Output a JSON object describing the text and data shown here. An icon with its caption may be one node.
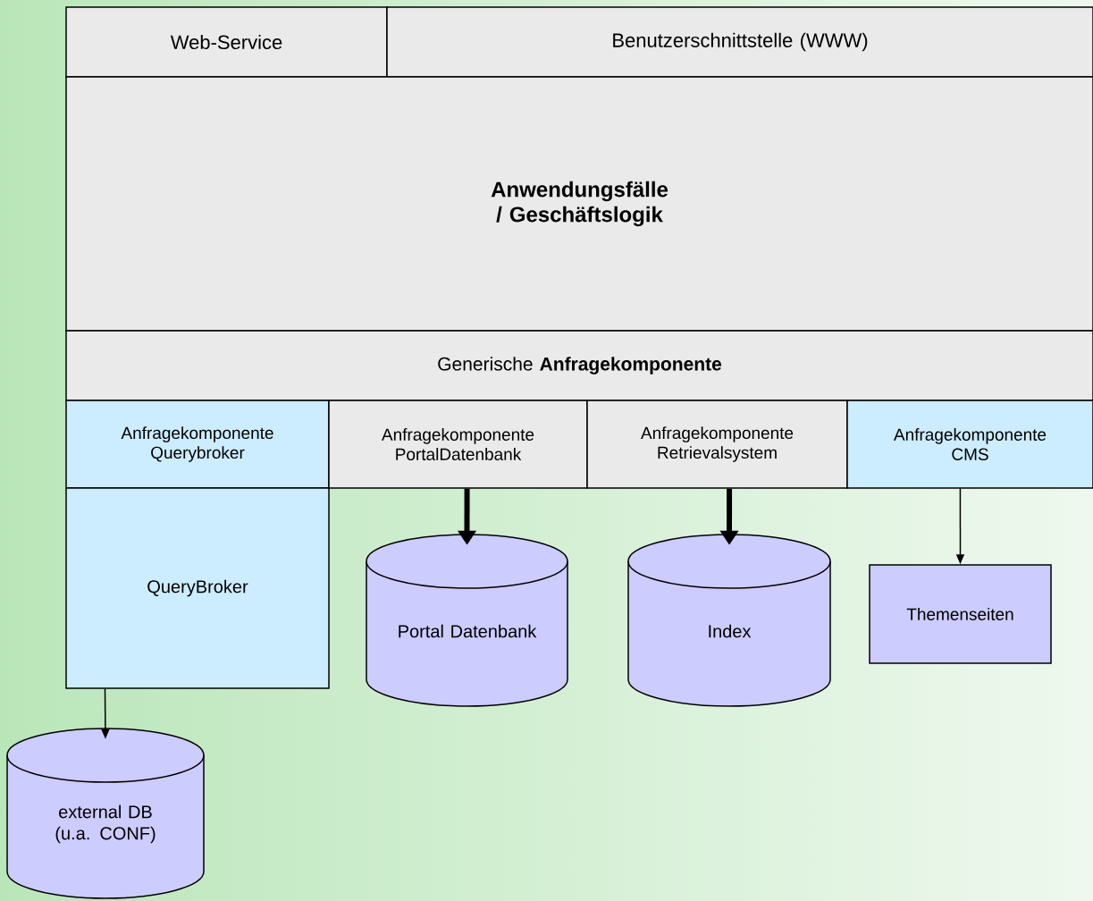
{
  "diagram": {
    "nodes": [
      {
        "text": [
          "Web-Service"
        ]
      },
      {
        "text": [
          "Benutzerschnittstelle (WWW)"
        ]
      },
      {
        "text": [
          "Anwendungsfälle / Geschäftslogik"
        ]
      },
      {
        "text": [
          "Generische **Anfragekomponente**"
        ]
      },
      {
        "text": [
          "Anfragekomponente Querybroker"
        ]
      },
      {
        "text": [
          "Anfragekomponente PortalDatenbank"
        ]
      },
      {
        "text": [
          "Anfragekomponente Retrievalsystem"
        ]
      },
      {
        "text": [
          "Anfragekomponente CMS"
        ]
      },
      {
        "text": [
          "QueryBroker"
        ]
      },
      {
        "text": [
          "Portal Datenbank"
        ]
      },
      {
        "text": [
          "Index"
        ]
      },
      {
        "text": [
          "Themenseiten"
        ]
      },
      {
        "text": [
          "external DB (u.a. CONF)"
        ]
      }
    ],
    "edges": [
      {
        "from": 5,
        "to": 9,
        "arrow": "to",
        "style": "thick"
      },
      {
        "from": 6,
        "to": 10,
        "arrow": "to",
        "style": "thick"
      },
      {
        "from": 7,
        "to": 11,
        "arrow": "to"
      },
      {
        "from": 8,
        "to": 12,
        "arrow": "to"
      }
    ]
  }
}
